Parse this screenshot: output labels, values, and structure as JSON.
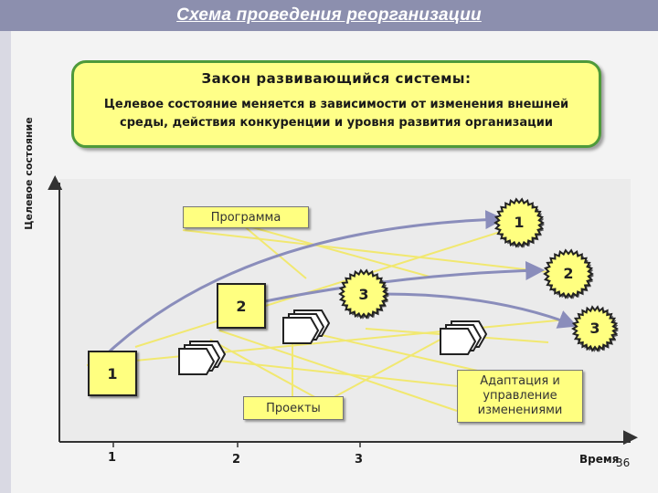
{
  "slide": {
    "title": "Схема проведения реорганизации",
    "page_number": "36"
  },
  "law_box": {
    "title": "Закон развивающийся системы:",
    "text": "Целевое состояние меняется в зависимости от изменения внешней среды, действия конкуренции и уровня развития организации"
  },
  "axes": {
    "y_label": "Целевое состояние",
    "x_label": "Время",
    "x_ticks": [
      "1",
      "2",
      "3"
    ]
  },
  "labels": {
    "program": "Программа",
    "projects": "Проекты",
    "adaptation": "Адаптация и управление изменениями"
  },
  "step_boxes": [
    "1",
    "2",
    "3"
  ],
  "gears": [
    "1",
    "2",
    "3"
  ],
  "colors": {
    "header_band": "#8c8fae",
    "law_box_fill": "#ffff88",
    "law_box_border": "#4e9a3a",
    "label_fill": "#ffff80",
    "arrow": "#8a8dbb"
  }
}
